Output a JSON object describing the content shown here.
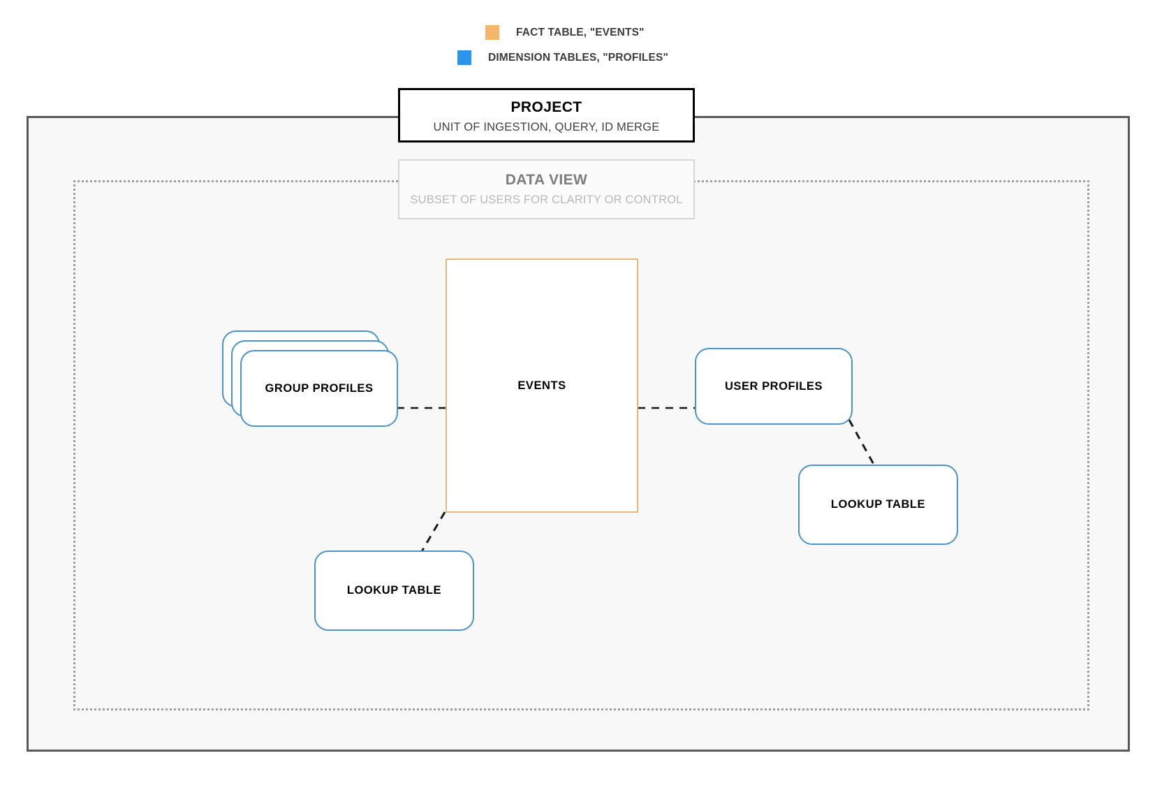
{
  "legend": {
    "items": [
      {
        "label": "FACT TABLE, \"EVENTS\"",
        "color": "#f5b66a",
        "icon": "orange-square-swatch"
      },
      {
        "label": "DIMENSION TABLES, \"PROFILES\"",
        "color": "#2b95ee",
        "icon": "blue-square-swatch"
      }
    ]
  },
  "project": {
    "title": "PROJECT",
    "subtitle": "UNIT OF INGESTION, QUERY, ID MERGE",
    "border_color": "#000000",
    "fill": "#f8f8f8"
  },
  "data_view": {
    "title": "DATA VIEW",
    "subtitle": "SUBSET OF USERS FOR CLARITY OR CONTROL",
    "border_color": "#d6d6d6",
    "title_color": "#7d7d7d",
    "subtitle_color": "#b9b9b9"
  },
  "nodes": {
    "events": {
      "label": "EVENTS",
      "type": "fact-table",
      "border_color": "#e8b878"
    },
    "group_profiles": {
      "label": "GROUP PROFILES",
      "type": "dimension-table-stack",
      "border_color": "#4a93cb",
      "stack_count": 3
    },
    "user_profiles": {
      "label": "USER PROFILES",
      "type": "dimension-table",
      "border_color": "#4a93cb"
    },
    "lookup_table_right": {
      "label": "LOOKUP TABLE",
      "type": "dimension-table",
      "border_color": "#4a93cb"
    },
    "lookup_table_left": {
      "label": "LOOKUP TABLE",
      "type": "dimension-table",
      "border_color": "#4a93cb"
    }
  },
  "connectors": [
    {
      "name": "group-profiles-to-events",
      "style": "dashed",
      "color": "#1a1a1a"
    },
    {
      "name": "events-to-user-profiles",
      "style": "dashed",
      "color": "#1a1a1a"
    },
    {
      "name": "user-profiles-to-lookup-table-right",
      "style": "dashed",
      "color": "#1a1a1a"
    },
    {
      "name": "events-to-lookup-table-left",
      "style": "dashed",
      "color": "#1a1a1a"
    }
  ]
}
